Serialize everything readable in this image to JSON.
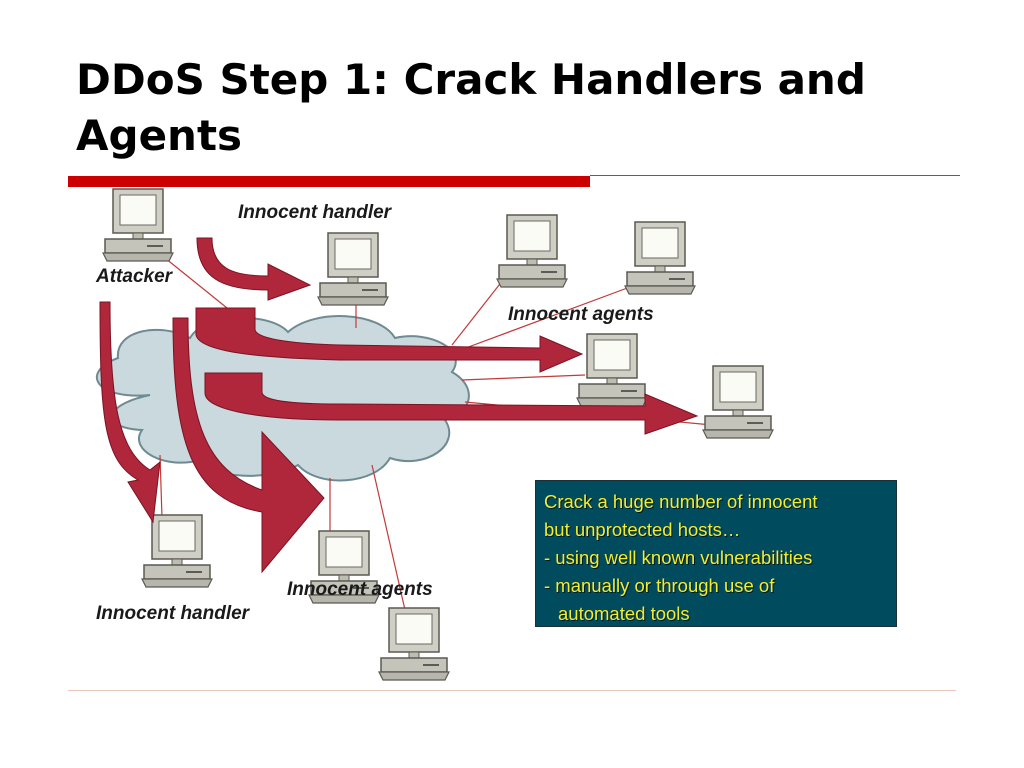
{
  "slide": {
    "title": "DDoS Step 1: Crack Handlers and Agents"
  },
  "diagram": {
    "labels": {
      "attacker": "Attacker",
      "innocent_handler_top": "Innocent handler",
      "innocent_agents_top": "Innocent agents",
      "innocent_agents_bottom": "Innocent agents",
      "innocent_handler_bottom": "Innocent handler"
    },
    "callout": {
      "lines": [
        "Crack a huge number of innocent",
        "but unprotected hosts…",
        "- using well known vulnerabilities",
        "- manually or through use of",
        "automated tools"
      ]
    }
  },
  "colors": {
    "title_rule": "#cc0000",
    "arrow_fill": "#b0263a",
    "cloud_fill": "#c9d9de",
    "callout_background": "#004c5e",
    "callout_text": "#f5ec2e",
    "link_line": "#c23a3a"
  },
  "icons": {
    "host": "desktop-computer-icon",
    "network": "cloud-shape"
  }
}
